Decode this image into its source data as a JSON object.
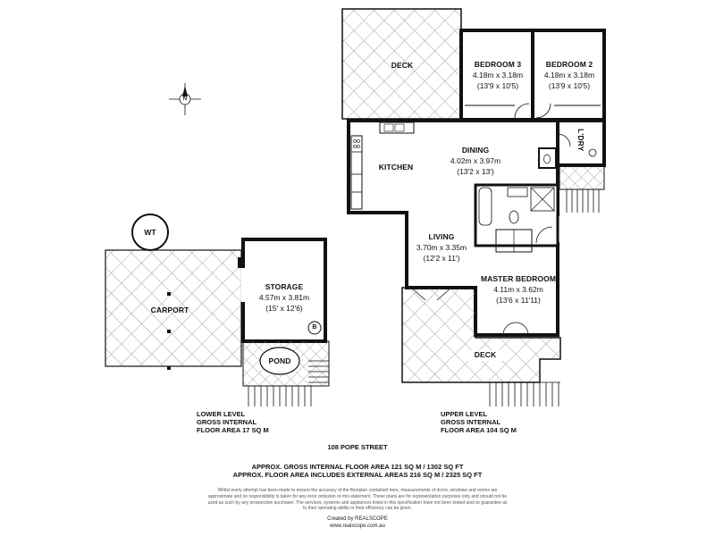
{
  "rooms": {
    "deck_top": {
      "title": "DECK"
    },
    "bedroom3": {
      "title": "BEDROOM 3",
      "metric": "4.18m x 3.18m",
      "imperial": "(13'9 x 10'5)"
    },
    "bedroom2": {
      "title": "BEDROOM 2",
      "metric": "4.18m x 3.18m",
      "imperial": "(13'9 x 10'5)"
    },
    "ldry": {
      "title": "L'DRY"
    },
    "kitchen": {
      "title": "KITCHEN"
    },
    "dining": {
      "title": "DINING",
      "metric": "4.02m x 3.97m",
      "imperial": "(13'2 x 13')"
    },
    "living": {
      "title": "LIVING",
      "metric": "3.70m x 3.35m",
      "imperial": "(12'2 x 11')"
    },
    "master": {
      "title": "MASTER BEDROOM",
      "metric": "4.11m x 3.62m",
      "imperial": "(13'6 x 11'11)"
    },
    "deck_bottom": {
      "title": "DECK"
    },
    "storage": {
      "title": "STORAGE",
      "metric": "4.57m x 3.81m",
      "imperial": "(15' x 12'6)"
    },
    "carport": {
      "title": "CARPORT"
    },
    "pond": {
      "title": "POND"
    },
    "water_tank": {
      "title": "WT"
    },
    "boiler": {
      "title": "B"
    },
    "compass": {
      "title": "N"
    }
  },
  "levels": {
    "lower": {
      "line1": "LOWER LEVEL",
      "line2": "GROSS INTERNAL",
      "line3": "FLOOR AREA 17 SQ M"
    },
    "upper": {
      "line1": "UPPER LEVEL",
      "line2": "GROSS INTERNAL",
      "line3": "FLOOR AREA 104 SQ M"
    }
  },
  "footer": {
    "address": "108 POPE STREET",
    "area_internal": "APPROX. GROSS INTERNAL FLOOR AREA 121 SQ M / 1302 SQ FT",
    "area_external": "APPROX. FLOOR AREA INCLUDES EXTERNAL AREAS 216 SQ M / 2325 SQ FT",
    "disclaimer": "Whilst every attempt has been made to ensure the accuracy of the floorplan contained here, measurements of doors, windows and rooms are approximate and no responsibility is taken for any error omission or mis-statement. These plans are for representation purposes only and should not be used as such by any prospective purchaser. The services, systems and appliances listed in this specification have not been tested and no guarantee as to their operating ability or their efficiency can be given.",
    "created_by": "Created by REALSCOPE",
    "website": "www.realscope.com.au"
  },
  "colors": {
    "wall": "#111111",
    "hatch": "#8a8a8a",
    "deck_bg": "#ffffff"
  }
}
